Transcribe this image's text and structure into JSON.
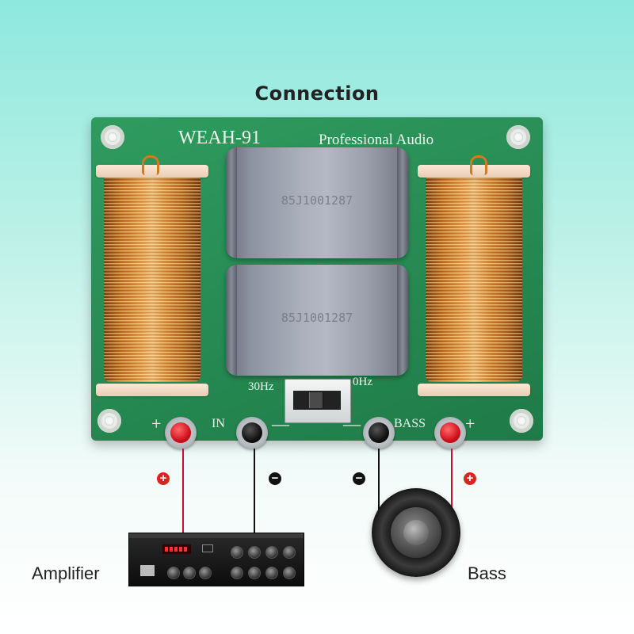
{
  "title": "Connection",
  "board": {
    "model": "WEAH-91",
    "brand": "Professional Audio",
    "freq_left": "30Hz",
    "freq_right": "0Hz",
    "input_label": "IN",
    "output_label": "BASS",
    "plus_sign": "+",
    "minus_sign": "—",
    "capacitor_code": "85J1001287"
  },
  "wiring": {
    "positive_symbol": "+",
    "negative_symbol": "−",
    "positive_color": "#d9261c",
    "negative_color": "#111111"
  },
  "devices": {
    "amplifier_label": "Amplifier",
    "bass_label": "Bass"
  },
  "icons": [
    "amplifier-icon",
    "speaker-icon",
    "terminal-red-icon",
    "terminal-black-icon"
  ]
}
